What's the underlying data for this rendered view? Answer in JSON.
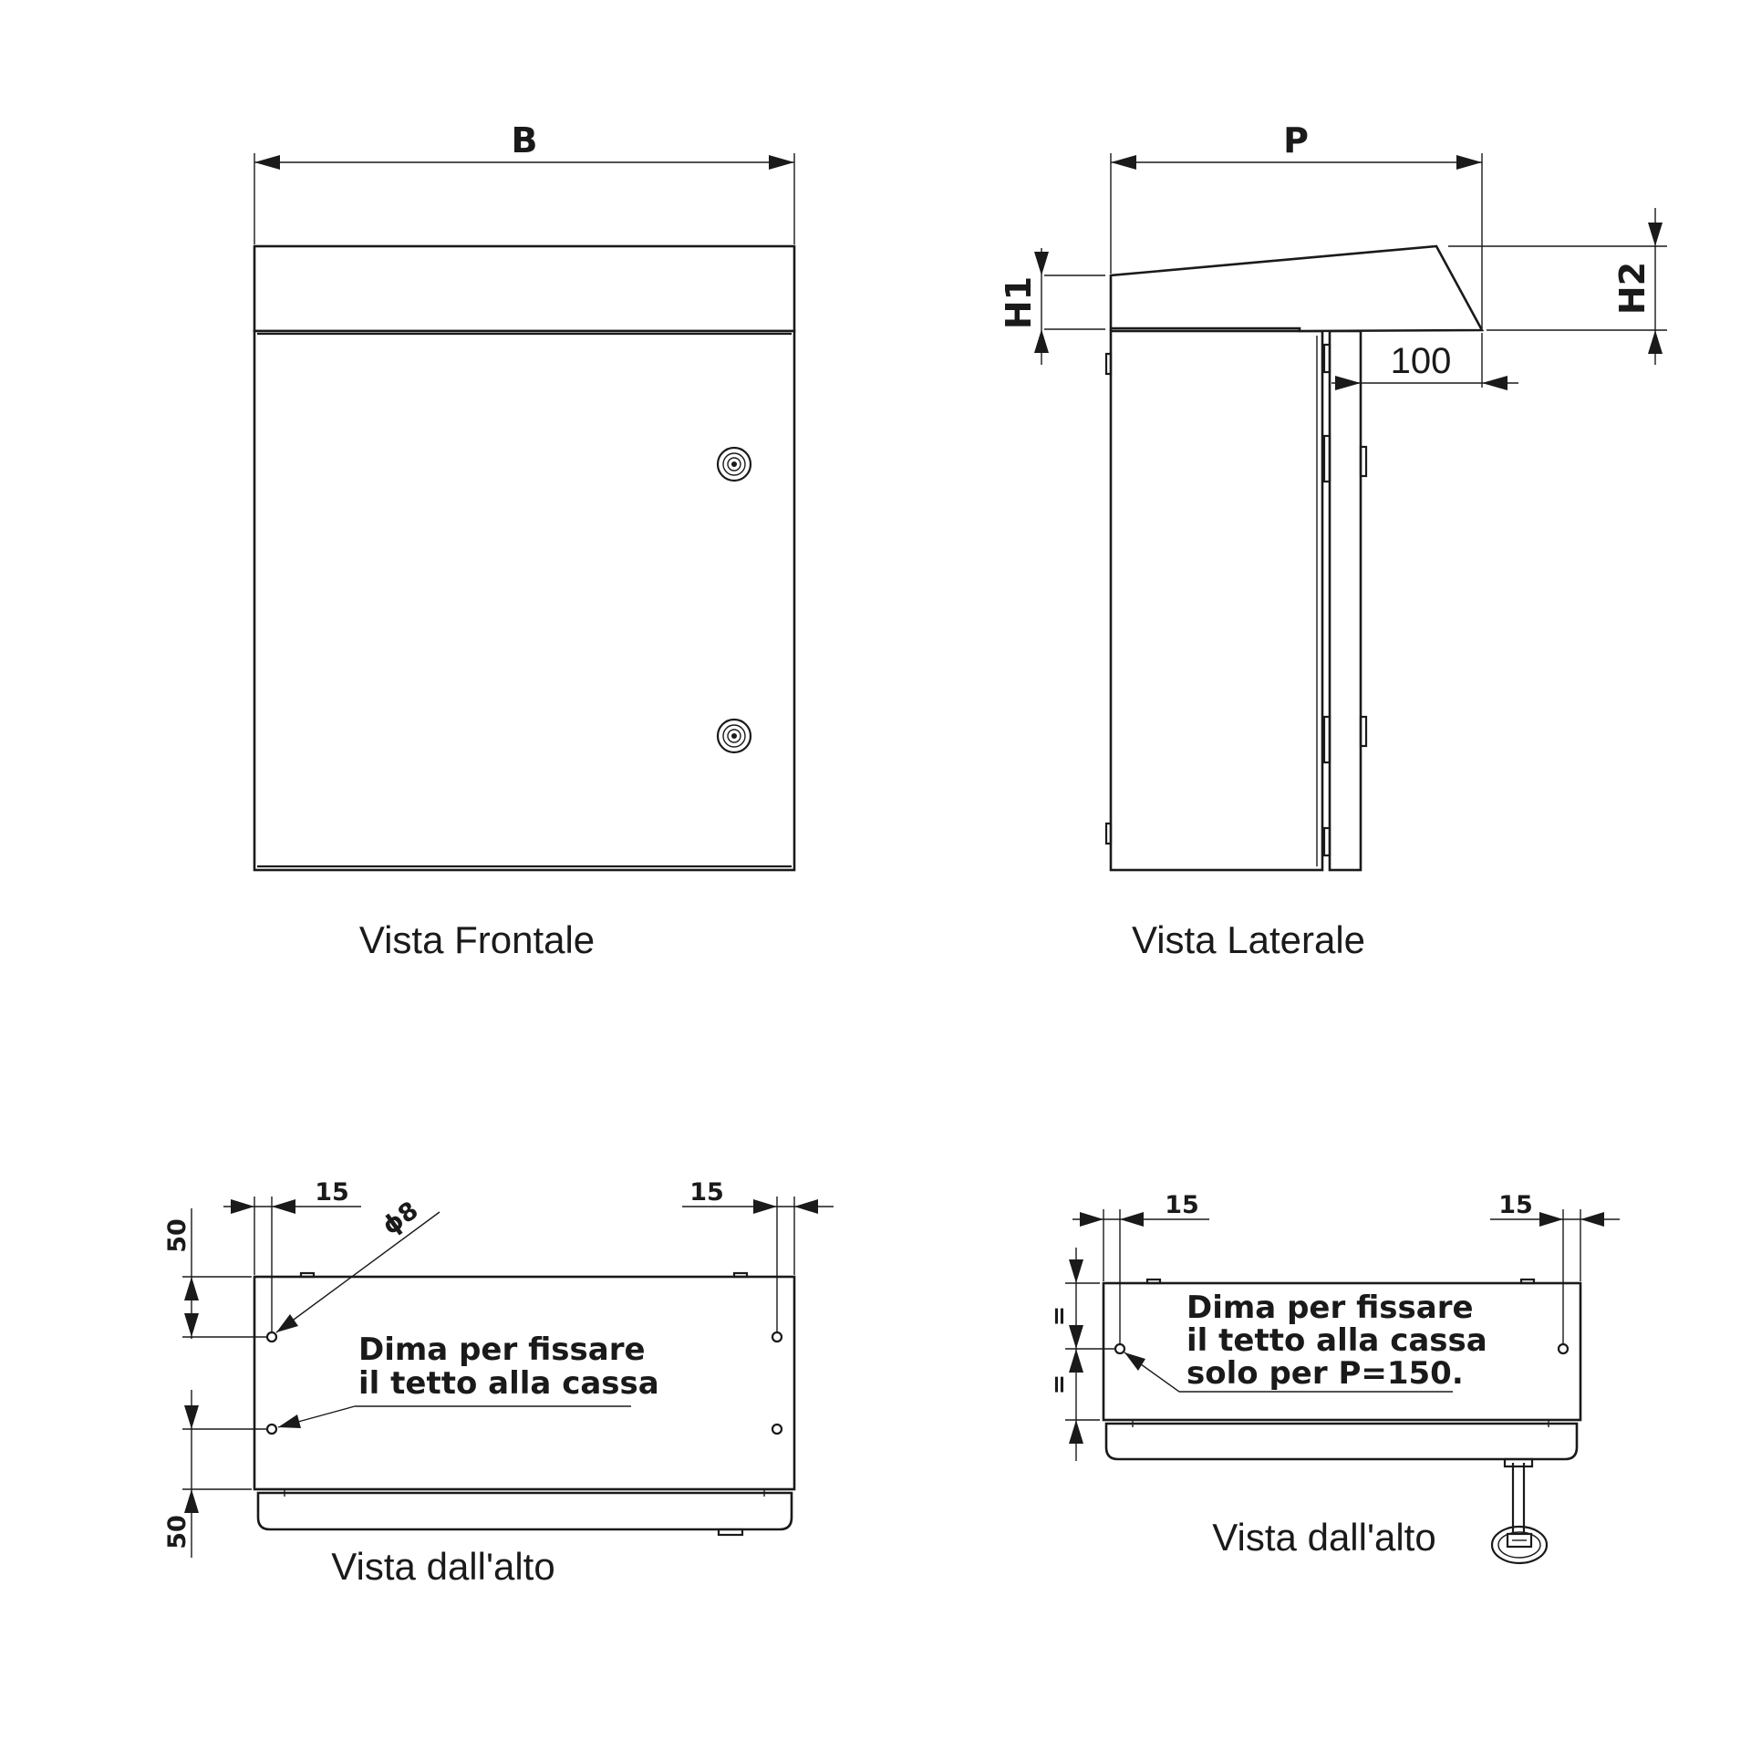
{
  "views": {
    "front": {
      "caption": "Vista Frontale",
      "width_label": "B"
    },
    "side": {
      "caption": "Vista Laterale",
      "depth_label": "P",
      "h1_label": "H1",
      "h2_label": "H2",
      "overhang_label": "100"
    },
    "top_left": {
      "caption": "Vista dall'alto",
      "left_offset": "15",
      "right_offset": "15",
      "top_offset": "50",
      "bottom_offset": "50",
      "hole_diameter": "8",
      "diameter_symbol": "ϕ",
      "note_lines": [
        "Dima per fissare",
        "il tetto alla cassa"
      ]
    },
    "top_right": {
      "caption": "Vista dall'alto",
      "left_offset": "15",
      "right_offset": "15",
      "equal_mark": "=",
      "note_lines": [
        "Dima per fissare",
        "il tetto alla cassa",
        "solo per P=150."
      ]
    }
  },
  "colors": {
    "line": "#1a1a1a",
    "background": "#ffffff"
  }
}
